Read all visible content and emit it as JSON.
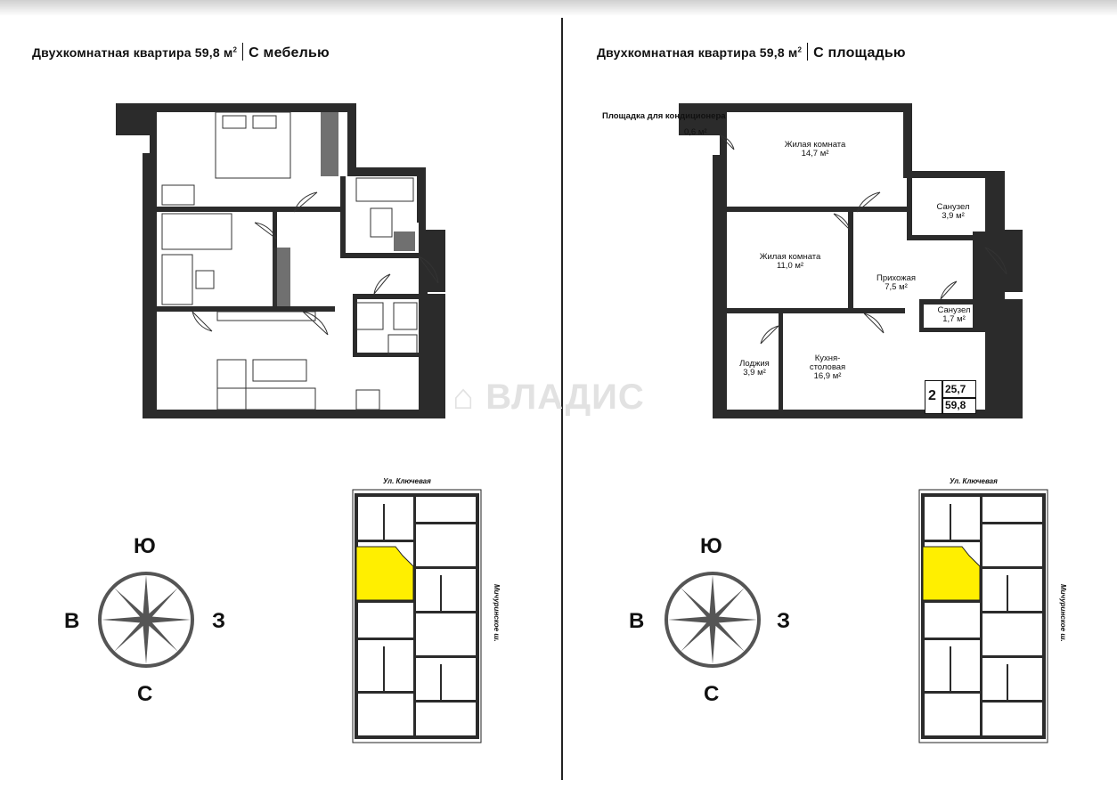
{
  "left_panel": {
    "title": "Двухкомнатная квартира 59,8 м",
    "title_sup": "2",
    "variant": "С мебелью"
  },
  "right_panel": {
    "title": "Двухкомнатная квартира 59,8 м",
    "title_sup": "2",
    "variant": "С площадью",
    "rooms": {
      "ac_platform": "Площадка для кондиционера",
      "ac_area": "0,6 м²",
      "living1_name": "Жилая комната",
      "living1_area": "14,7 м²",
      "bath1_name": "Санузел",
      "bath1_area": "3,9 м²",
      "living2_name": "Жилая комната",
      "living2_area": "11,0 м²",
      "hall_name": "Прихожая",
      "hall_area": "7,5 м²",
      "bath2_name": "Санузел",
      "bath2_area": "1,7 м²",
      "loggia_name": "Лоджия",
      "loggia_area": "3,9 м²",
      "kitchen_name": "Кухня-столовая",
      "kitchen_area": "16,9 м²"
    },
    "area_box": {
      "rooms": "2",
      "living": "25,7",
      "total": "59,8"
    }
  },
  "watermark": "ВЛАДИС",
  "compass": {
    "top": "Ю",
    "left": "В",
    "right": "З",
    "bottom": "С"
  },
  "site_plan": {
    "street_top": "Ул. Ключевая",
    "street_side": "Мичуринское ш.",
    "highlight_color": "#ffef00"
  }
}
